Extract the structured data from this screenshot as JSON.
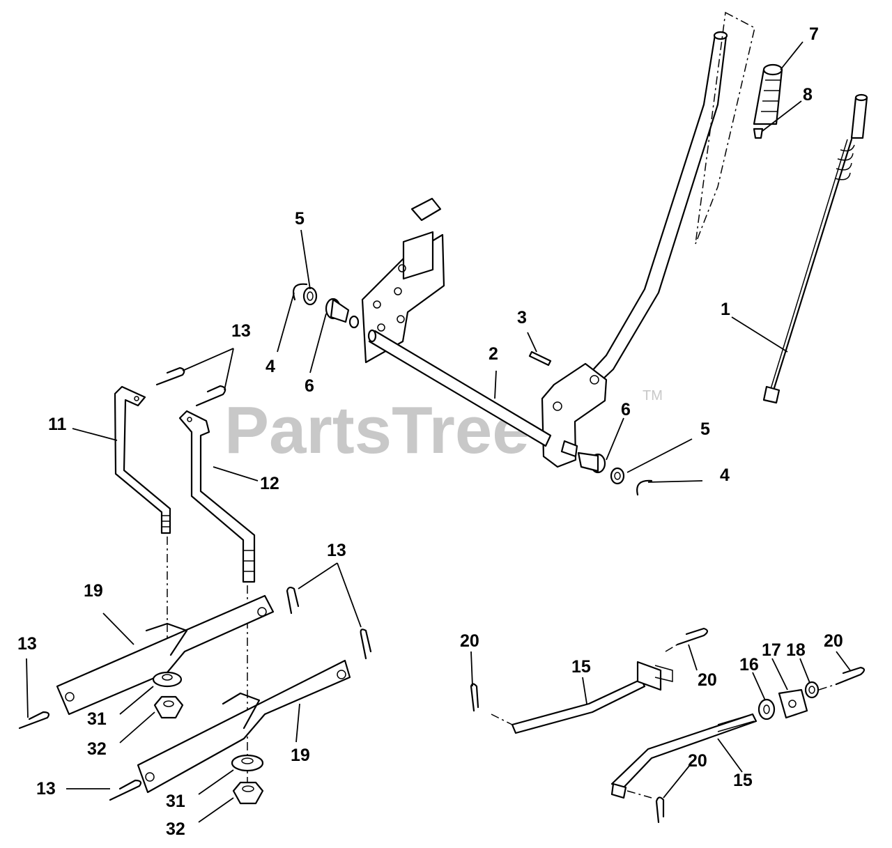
{
  "watermark": {
    "text": "PartsTree",
    "trademark": "TM",
    "color": "#c8c8c8"
  },
  "callouts": {
    "c1": "1",
    "c2": "2",
    "c3": "3",
    "c4a": "4",
    "c4b": "4",
    "c5a": "5",
    "c5b": "5",
    "c6a": "6",
    "c6b": "6",
    "c7": "7",
    "c8": "8",
    "c11": "11",
    "c12": "12",
    "c13a": "13",
    "c13b": "13",
    "c13c": "13",
    "c13d": "13",
    "c15a": "15",
    "c15b": "15",
    "c16": "16",
    "c17": "17",
    "c18": "18",
    "c19a": "19",
    "c19b": "19",
    "c20a": "20",
    "c20b": "20",
    "c20c": "20",
    "c20d": "20",
    "c31a": "31",
    "c31b": "31",
    "c32a": "32",
    "c32b": "32"
  }
}
